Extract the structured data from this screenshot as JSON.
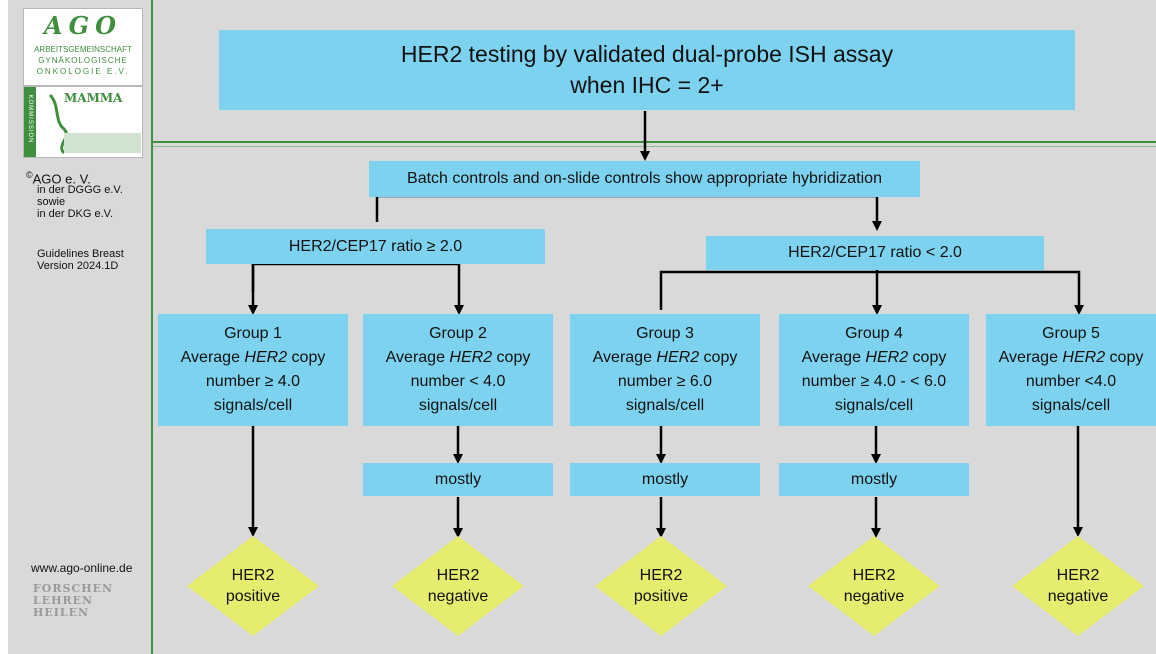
{
  "sidebar": {
    "logo": {
      "wordmark": "AGO",
      "line1": "ARBEITSGEMEINSCHAFT",
      "line2": "GYNÄKOLOGISCHE",
      "line3": "ONKOLOGIE E.V.",
      "kommission": "KOMMISSION",
      "mamma": "MAMMA"
    },
    "copyright_symbol": "©",
    "org": "AGO e. V.",
    "dggg": "in der DGGG e.V.",
    "sowie": "sowie",
    "dkg": "in der DKG e.V.",
    "guidelines": "Guidelines Breast",
    "version": "Version 2024.1D",
    "website": "www.ago-online.de",
    "motto": [
      "FORSCHEN",
      "LEHREN",
      "HEILEN"
    ]
  },
  "flow": {
    "title_line1": "HER2 testing by validated dual-probe ISH assay",
    "title_line2": "when IHC = 2+",
    "controls": "Batch controls and on-slide controls show appropriate hybridization",
    "ratio_high": "HER2/CEP17 ratio ≥ 2.0",
    "ratio_low": "HER2/CEP17 ratio < 2.0",
    "groups": [
      {
        "name": "Group 1",
        "avg_pre": "Average ",
        "gene": "HER2",
        "avg_post": " copy",
        "number": "number ≥ 4.0",
        "unit": "signals/cell"
      },
      {
        "name": "Group 2",
        "avg_pre": "Average ",
        "gene": "HER2",
        "avg_post": " copy",
        "number": "number < 4.0",
        "unit": "signals/cell"
      },
      {
        "name": "Group 3",
        "avg_pre": "Average ",
        "gene": "HER2",
        "avg_post": " copy",
        "number": "number ≥ 6.0",
        "unit": "signals/cell"
      },
      {
        "name": "Group 4",
        "avg_pre": "Average ",
        "gene": "HER2",
        "avg_post": " copy",
        "number": "number ≥ 4.0  - < 6.0",
        "unit": "signals/cell"
      },
      {
        "name": "Group 5",
        "avg_pre": "Average ",
        "gene": "HER2",
        "avg_post": " copy",
        "number": "number <4.0",
        "unit": "signals/cell"
      }
    ],
    "mostly": [
      "mostly",
      "mostly",
      "mostly"
    ],
    "results": [
      {
        "line1": "HER2",
        "line2": "positive"
      },
      {
        "line1": "HER2",
        "line2": "negative"
      },
      {
        "line1": "HER2",
        "line2": "positive"
      },
      {
        "line1": "HER2",
        "line2": "negative"
      },
      {
        "line1": "HER2",
        "line2": "negative"
      }
    ]
  },
  "colors": {
    "box_fill": "#7dd3ef",
    "diamond_fill": "#e5ec6e",
    "background": "#d9d9d9",
    "divider": "#3f8f3f"
  }
}
